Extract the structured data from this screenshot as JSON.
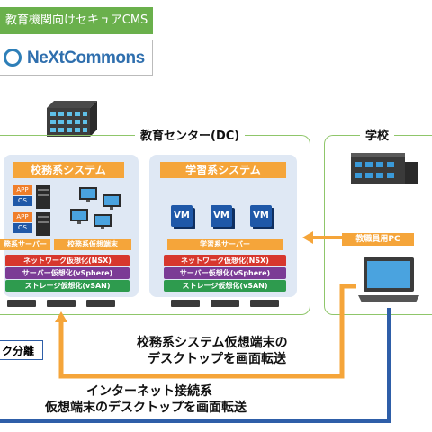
{
  "header": {
    "banner": "教育機関向けセキュアCMS",
    "logo_text": "NeXtCommons"
  },
  "dc": {
    "label": "教育センター(DC)",
    "admin_system": {
      "title": "校務系システム",
      "server_label": "務系サーバー",
      "terminal_label": "校務系仮想端末",
      "app_tiles": [
        "APP",
        "OS",
        "APP",
        "OS"
      ]
    },
    "learning_system": {
      "title": "学習系システム",
      "server_label": "学習系サーバー",
      "vms": [
        "VM",
        "VM",
        "VM"
      ]
    },
    "virtualization": [
      "ネットワーク仮想化(NSX)",
      "サーバー仮想化(vSphere)",
      "ストレージ仮想化(vSAN)"
    ]
  },
  "school": {
    "label": "学校",
    "pc_label": "教職員用PC"
  },
  "separation_label": "ク分離",
  "flows": {
    "admin_transfer_line1": "校務系システム仮想端末の",
    "admin_transfer_line2": "デスクトップを画面転送",
    "internet_transfer_line1": "インターネット接続系",
    "internet_transfer_line2": "仮想端末のデスクトップを画面転送"
  },
  "colors": {
    "banner": "#6ab04c",
    "orange": "#f5a53a",
    "blue_line": "#2e5ea8",
    "panel": "#dfe8f4"
  }
}
